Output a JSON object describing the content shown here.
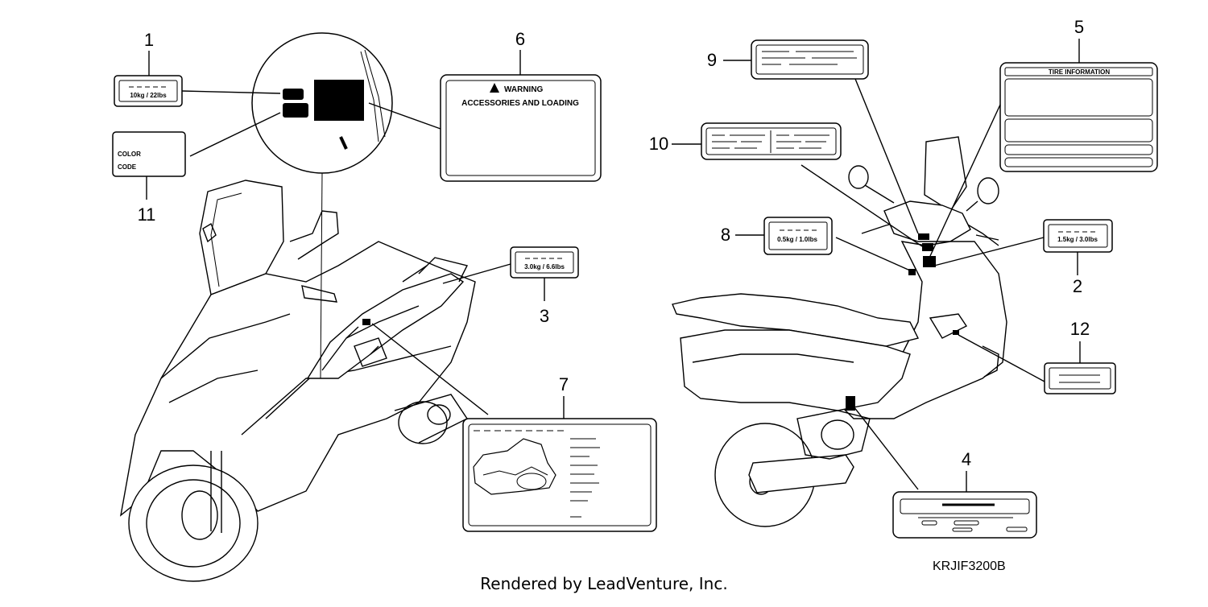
{
  "callouts": {
    "n1": "1",
    "n2": "2",
    "n3": "3",
    "n4": "4",
    "n5": "5",
    "n6": "6",
    "n7": "7",
    "n8": "8",
    "n9": "9",
    "n10": "10",
    "n11": "11",
    "n12": "12"
  },
  "labels": {
    "l1_text": "10kg / 22lbs",
    "l2_text": "1.5kg / 3.0lbs",
    "l3_text": "3.0kg / 6.6lbs",
    "l8_text": "0.5kg / 1.0lbs",
    "l5_title": "TIRE INFORMATION",
    "l6_title": "WARNING",
    "l6_sub": "ACCESSORIES AND LOADING",
    "l11_line1": "COLOR",
    "l11_line2": "CODE"
  },
  "diagram_code": "KRJIF3200B",
  "footer": "Rendered by LeadVenture, Inc."
}
